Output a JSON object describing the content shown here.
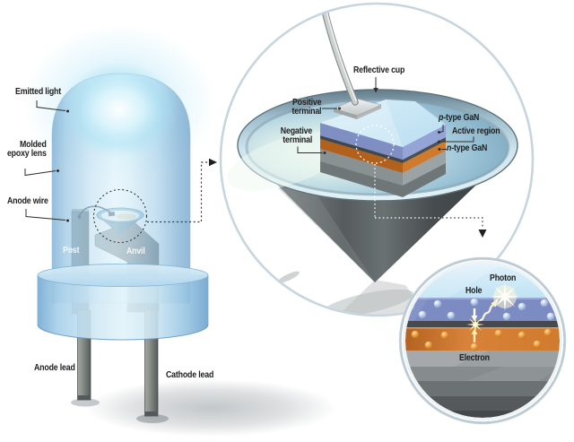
{
  "main_led": {
    "labels": {
      "emitted_light": "Emitted light",
      "molded_epoxy_lens": "Molded\nepoxy lens",
      "anode_wire": "Anode wire",
      "post": "Post",
      "anvil": "Anvil",
      "anode_lead": "Anode lead",
      "cathode_lead": "Cathode lead"
    }
  },
  "cup_view": {
    "labels": {
      "reflective_cup": "Reflective cup",
      "positive_terminal": "Positive\nterminal",
      "negative_terminal": "Negative\nterminal",
      "p_type_prefix": "p",
      "p_type_rest": "-type GaN",
      "active_region": "Active region",
      "n_type_prefix": "n",
      "n_type_rest": "-type GaN"
    }
  },
  "junction_view": {
    "labels": {
      "photon": "Photon",
      "hole": "Hole",
      "electron": "Electron"
    }
  },
  "colors": {
    "p_type_layer": "#8b9cd0",
    "active_region_layer": "#45494c",
    "n_type_layer": "#cd7a2e",
    "epoxy_lens_blue": "#a9d2ea",
    "metal_gray": "#7c8488",
    "photon_star": "#fdf6d8",
    "hole_sphere": "#a9bede",
    "electron_sphere": "#e08a28"
  }
}
